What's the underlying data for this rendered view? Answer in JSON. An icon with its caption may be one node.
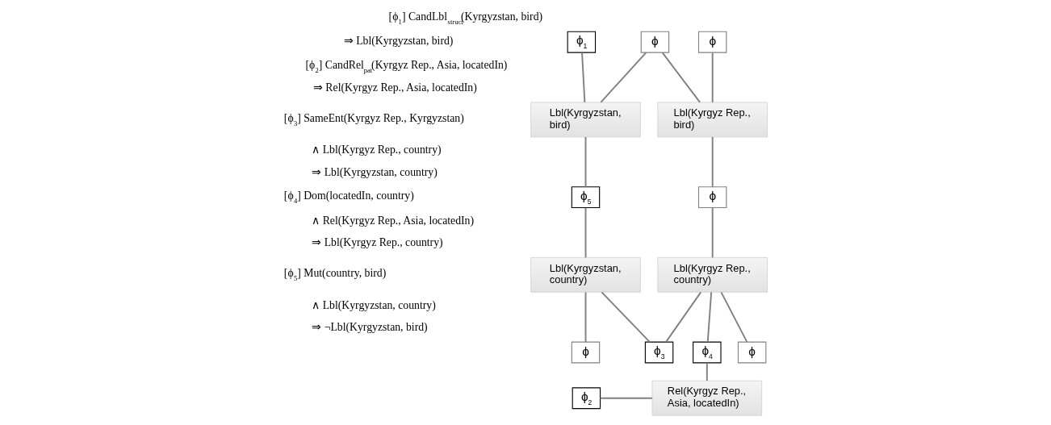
{
  "diagram": {
    "nodes": [
      {
        "text": [
          "ϕ$_{1}$"
        ]
      },
      {
        "text": [
          "ϕ"
        ]
      },
      {
        "text": [
          "ϕ"
        ]
      },
      {
        "text": [
          "Lbl(Kyrgyzstan, bird)"
        ]
      },
      {
        "text": [
          "Lbl(Kyrgyz Rep., bird)"
        ]
      },
      {
        "text": [
          "ϕ$_{5}$"
        ]
      },
      {
        "text": [
          "ϕ"
        ]
      },
      {
        "text": [
          "Lbl(Kyrgyzstan, country)"
        ]
      },
      {
        "text": [
          "Lbl(Kyrgyz Rep., country)"
        ]
      },
      {
        "text": [
          "ϕ"
        ]
      },
      {
        "text": [
          "ϕ$_{3}$"
        ]
      },
      {
        "text": [
          "ϕ$_{4}$"
        ]
      },
      {
        "text": [
          "ϕ"
        ]
      },
      {
        "text": [
          "ϕ$_{2}$"
        ]
      },
      {
        "text": [
          "Rel(Kyrgyz Rep., Asia, locatedIn)"
        ]
      }
    ],
    "edges": [
      {
        "from": 0,
        "to": 3,
        "arrow": "none"
      },
      {
        "from": 1,
        "to": 3,
        "arrow": "none"
      },
      {
        "from": 1,
        "to": 4,
        "arrow": "none"
      },
      {
        "from": 2,
        "to": 4,
        "arrow": "none"
      },
      {
        "from": 3,
        "to": 5,
        "arrow": "none"
      },
      {
        "from": 4,
        "to": 6,
        "arrow": "none"
      },
      {
        "from": 5,
        "to": 7,
        "arrow": "none"
      },
      {
        "from": 6,
        "to": 8,
        "arrow": "none"
      },
      {
        "from": 7,
        "to": 9,
        "arrow": "none"
      },
      {
        "from": 7,
        "to": 10,
        "arrow": "none"
      },
      {
        "from": 8,
        "to": 10,
        "arrow": "none"
      },
      {
        "from": 8,
        "to": 11,
        "arrow": "none"
      },
      {
        "from": 8,
        "to": 12,
        "arrow": "none"
      },
      {
        "from": 11,
        "to": 14,
        "arrow": "none"
      },
      {
        "from": 13,
        "to": 14,
        "arrow": "none"
      }
    ],
    "labels": [
      "[ϕ$_{1}$] CandLbl$_{struct}$(Kyrgyzstan, bird)",
      "⇒ Lbl(Kyrgyzstan, bird)",
      "[ϕ$_{2}$] CandRel$_{pat}$(Kyrgyz Rep., Asia, locatedIn)",
      "⇒ Rel(Kyrgyz Rep., Asia, locatedIn)",
      "[ϕ$_{3}$] SameEnt(Kyrgyz Rep., Kyrgyzstan)",
      "∧ Lbl(Kyrgyz Rep., country)",
      "⇒ Lbl(Kyrgyzstan, country)",
      "[ϕ$_{4}$] Dom(locatedIn, country)",
      "∧ Rel(Kyrgyz Rep., Asia, locatedIn)",
      "⇒ Lbl(Kyrgyz Rep., country)",
      "[ϕ$_{5}$] Mut(country, bird)",
      "∧ Lbl(Kyrgyzstan, country)",
      "⇒ ¬Lbl(Kyrgyzstan, bird)"
    ]
  }
}
